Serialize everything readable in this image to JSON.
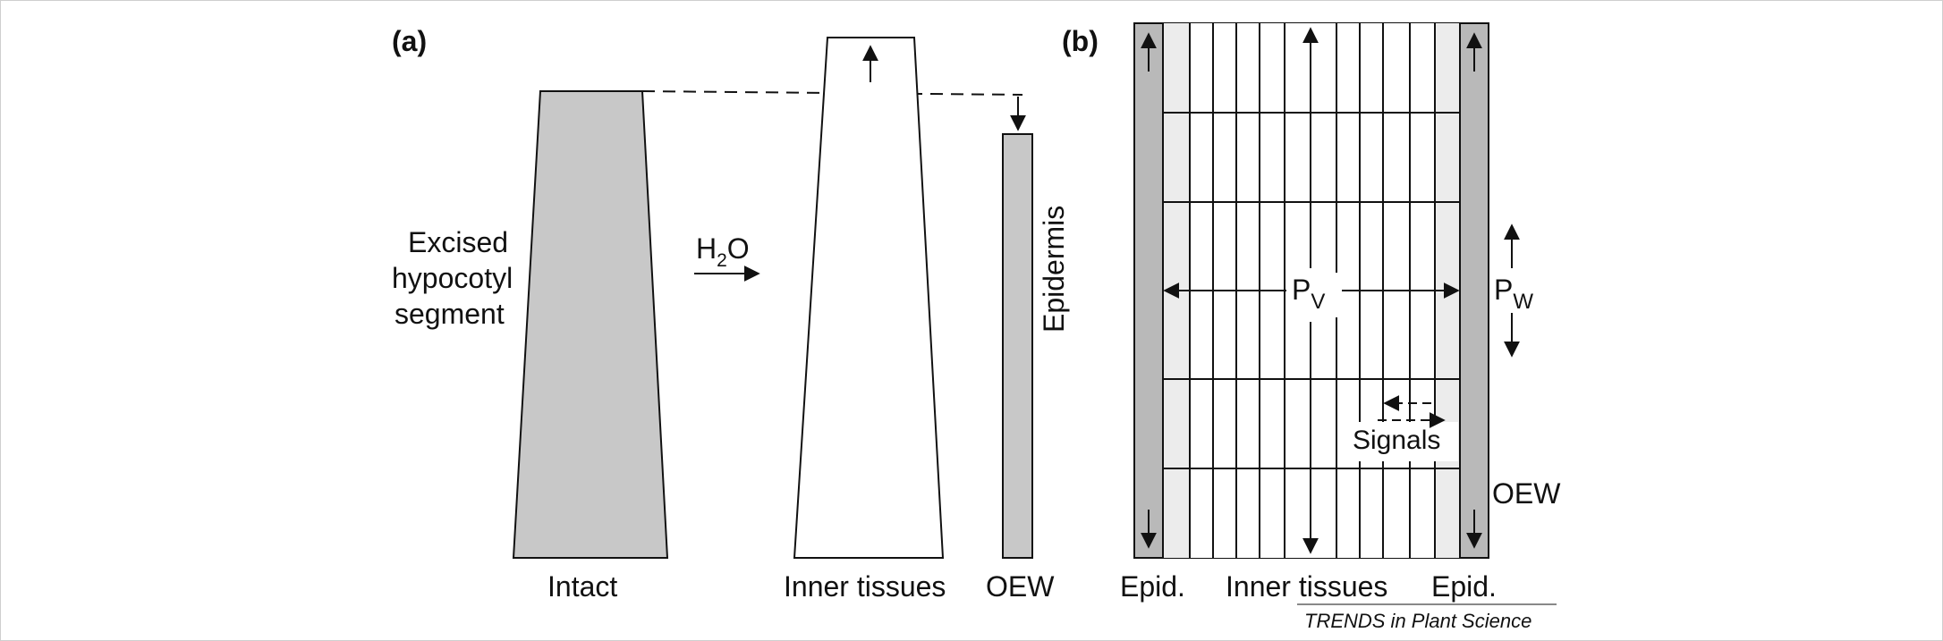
{
  "panel_a": {
    "label": "(a)",
    "excised_line1": "Excised",
    "excised_line2": "hypocotyl",
    "excised_line3": "segment",
    "h2o_main": "H",
    "h2o_sub": "2",
    "h2o_tail": "O",
    "epidermis": "Epidermis",
    "intact": "Intact",
    "inner_tissues": "Inner tissues",
    "oew": "OEW"
  },
  "panel_b": {
    "label": "(b)",
    "pv_main": "P",
    "pv_sub": "V",
    "pw_main": "P",
    "pw_sub": "W",
    "signals": "Signals",
    "oew": "OEW",
    "epid_left": "Epid.",
    "inner_tissues": "Inner tissues",
    "epid_right": "Epid."
  },
  "credit": "TRENDS in Plant Science",
  "colors": {
    "grey_fill": "#c8c8c8",
    "light_fill": "#ececec",
    "stroke": "#111111"
  }
}
